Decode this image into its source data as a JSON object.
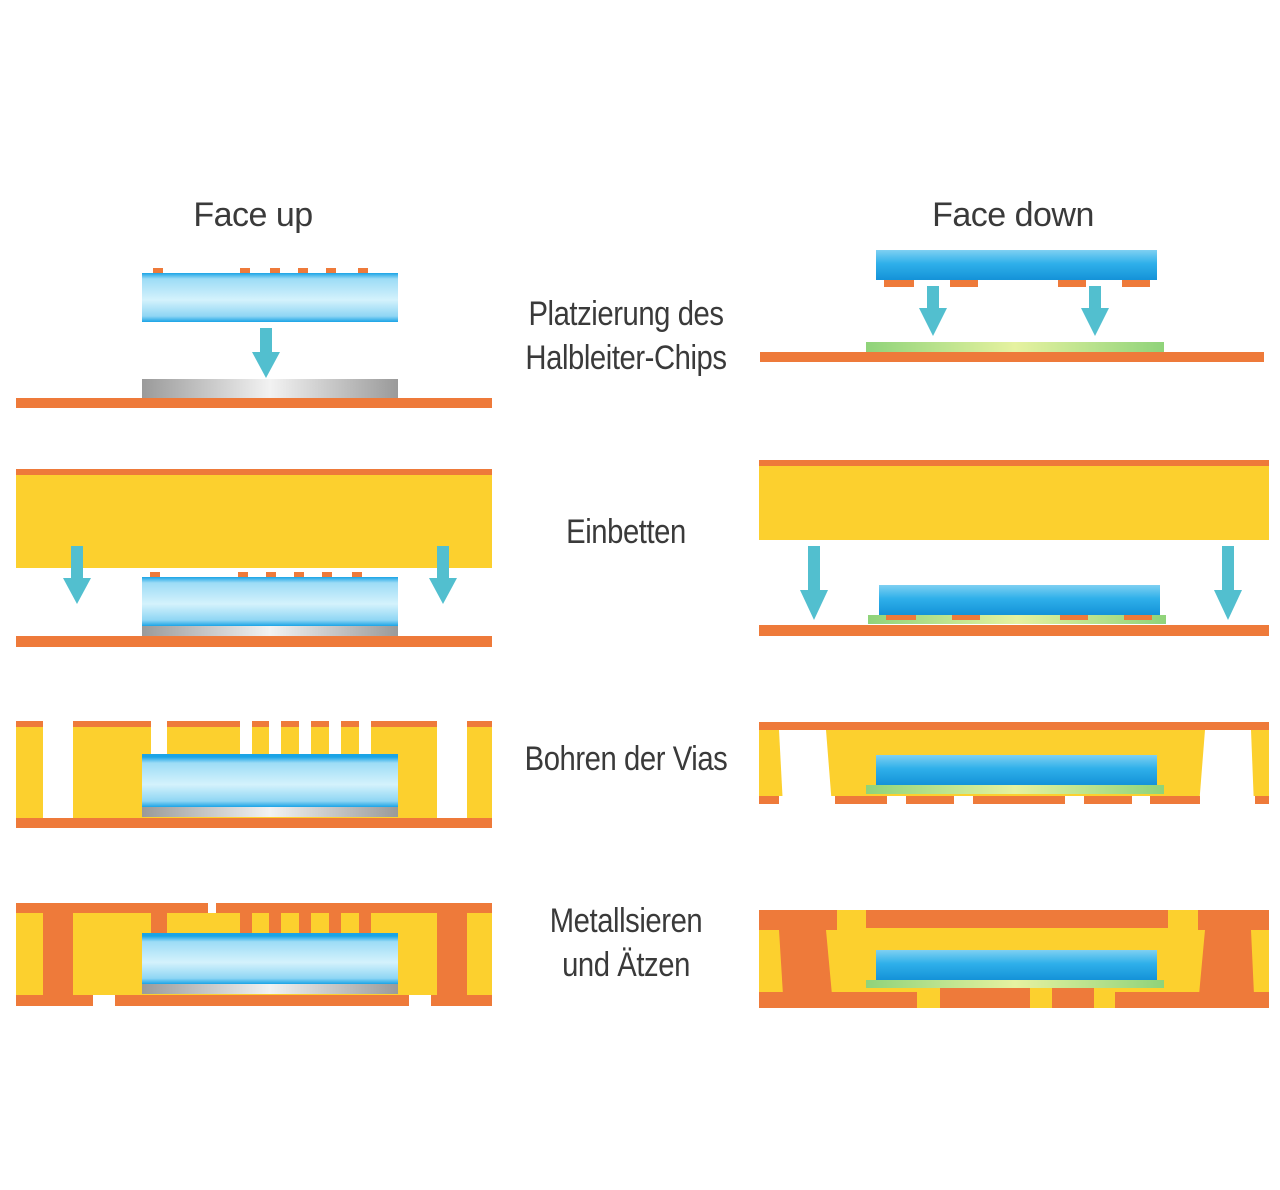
{
  "columns": {
    "left": "Face up",
    "right": "Face down"
  },
  "steps": [
    {
      "line1": "Platzierung des",
      "line2": "Halbleiter-Chips"
    },
    {
      "line1": "Einbetten",
      "line2": ""
    },
    {
      "line1": "Bohren der Vias",
      "line2": ""
    },
    {
      "line1": "Metallsieren",
      "line2": "und Ätzen"
    }
  ],
  "colors": {
    "copper": "#ee7a3a",
    "resin": "#fcd02e",
    "chip_light": "#cdeefa",
    "chip_dark": "#1ba4e6",
    "arrow": "#52bfcf",
    "adhesive": "#c9c9c9",
    "solder": "#9fd87d"
  }
}
